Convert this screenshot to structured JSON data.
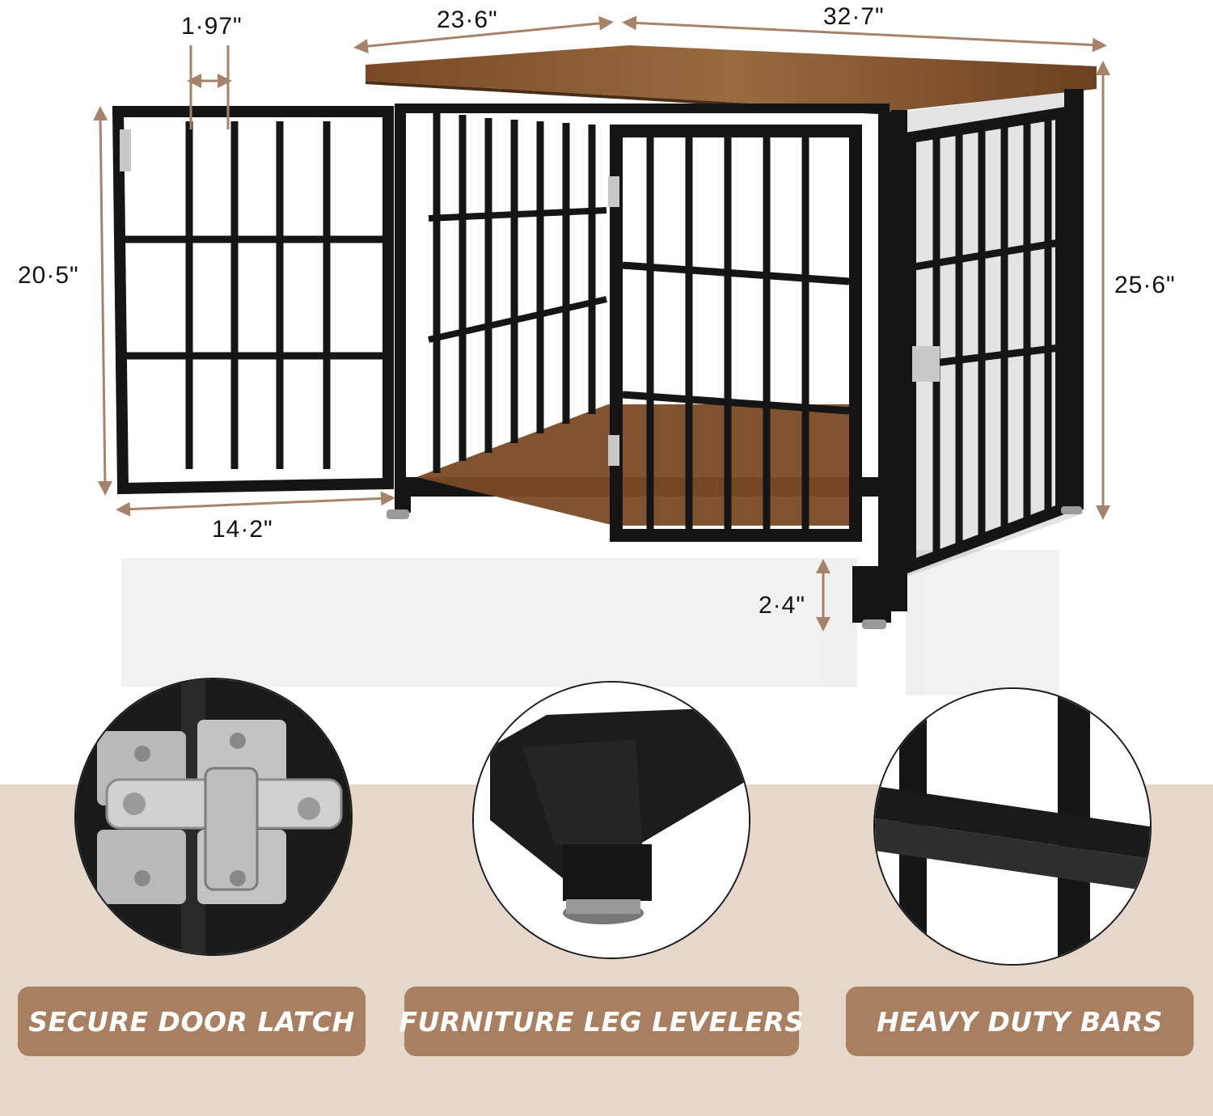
{
  "product": {
    "description": "Wooden top metal dog crate end table with three doors",
    "colors": {
      "wood": "#8a5a33",
      "metal": "#151515",
      "arrow": "#a7826a",
      "band": "#e6d7cb",
      "pill": "#a88061"
    }
  },
  "dimensions": {
    "bar_gap": "1·97\"",
    "depth": "23·6\"",
    "width": "32·7\"",
    "door_height": "20·5\"",
    "total_height": "25·6\"",
    "door_width": "14·2\"",
    "leg_height": "2·4\""
  },
  "features": [
    {
      "label": "SECURE DOOR LATCH",
      "icon": "latch-closeup"
    },
    {
      "label": "FURNITURE LEG LEVELERS",
      "icon": "leg-leveler-closeup"
    },
    {
      "label": "HEAVY DUTY BARS",
      "icon": "bars-closeup"
    }
  ]
}
